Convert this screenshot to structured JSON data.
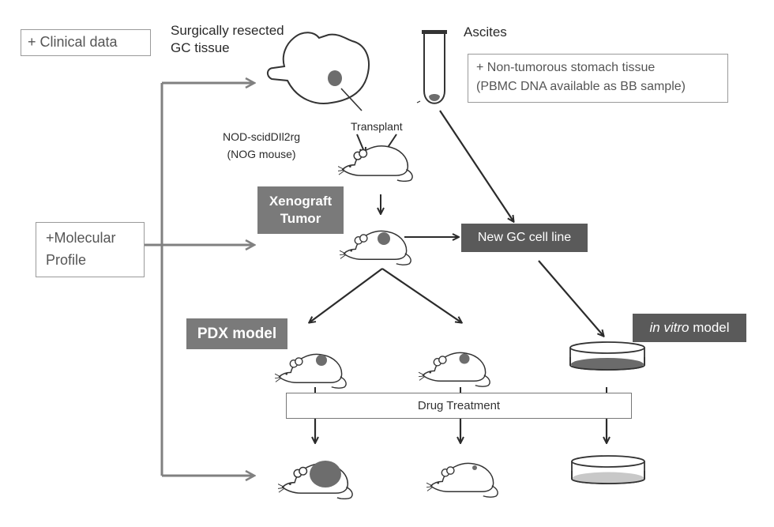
{
  "labels": {
    "clinical_data": "+ Clinical data",
    "molecular_profile_line1": "+Molecular",
    "molecular_profile_line2": "Profile",
    "surgical_line1": "Surgically resected",
    "surgical_line2": "GC tissue",
    "ascites": "Ascites",
    "nontumorous_line1": "+ Non-tumorous stomach tissue",
    "nontumorous_line2": "(PBMC DNA available as BB sample)",
    "transplant": "Transplant",
    "mouse_strain_line1": "NOD-scidDIl2rg",
    "mouse_strain_line2": "(NOG mouse)",
    "xenograft_line1": "Xenograft",
    "xenograft_line2": "Tumor",
    "new_cell_line": "New GC cell line",
    "pdx_model": "PDX model",
    "in_vitro_italic": "in vitro",
    "in_vitro_rest": " model",
    "drug_treatment": "Drug Treatment"
  },
  "colors": {
    "dark_box": "#5a5a5a",
    "mid_box": "#7a7a7a",
    "arrow_gray": "#808080",
    "arrow_dark": "#2b2b2b",
    "tumor": "#6d6d6d",
    "dish_fill": "#6b6b6b",
    "dish_fill_light": "#c8c8c8"
  }
}
